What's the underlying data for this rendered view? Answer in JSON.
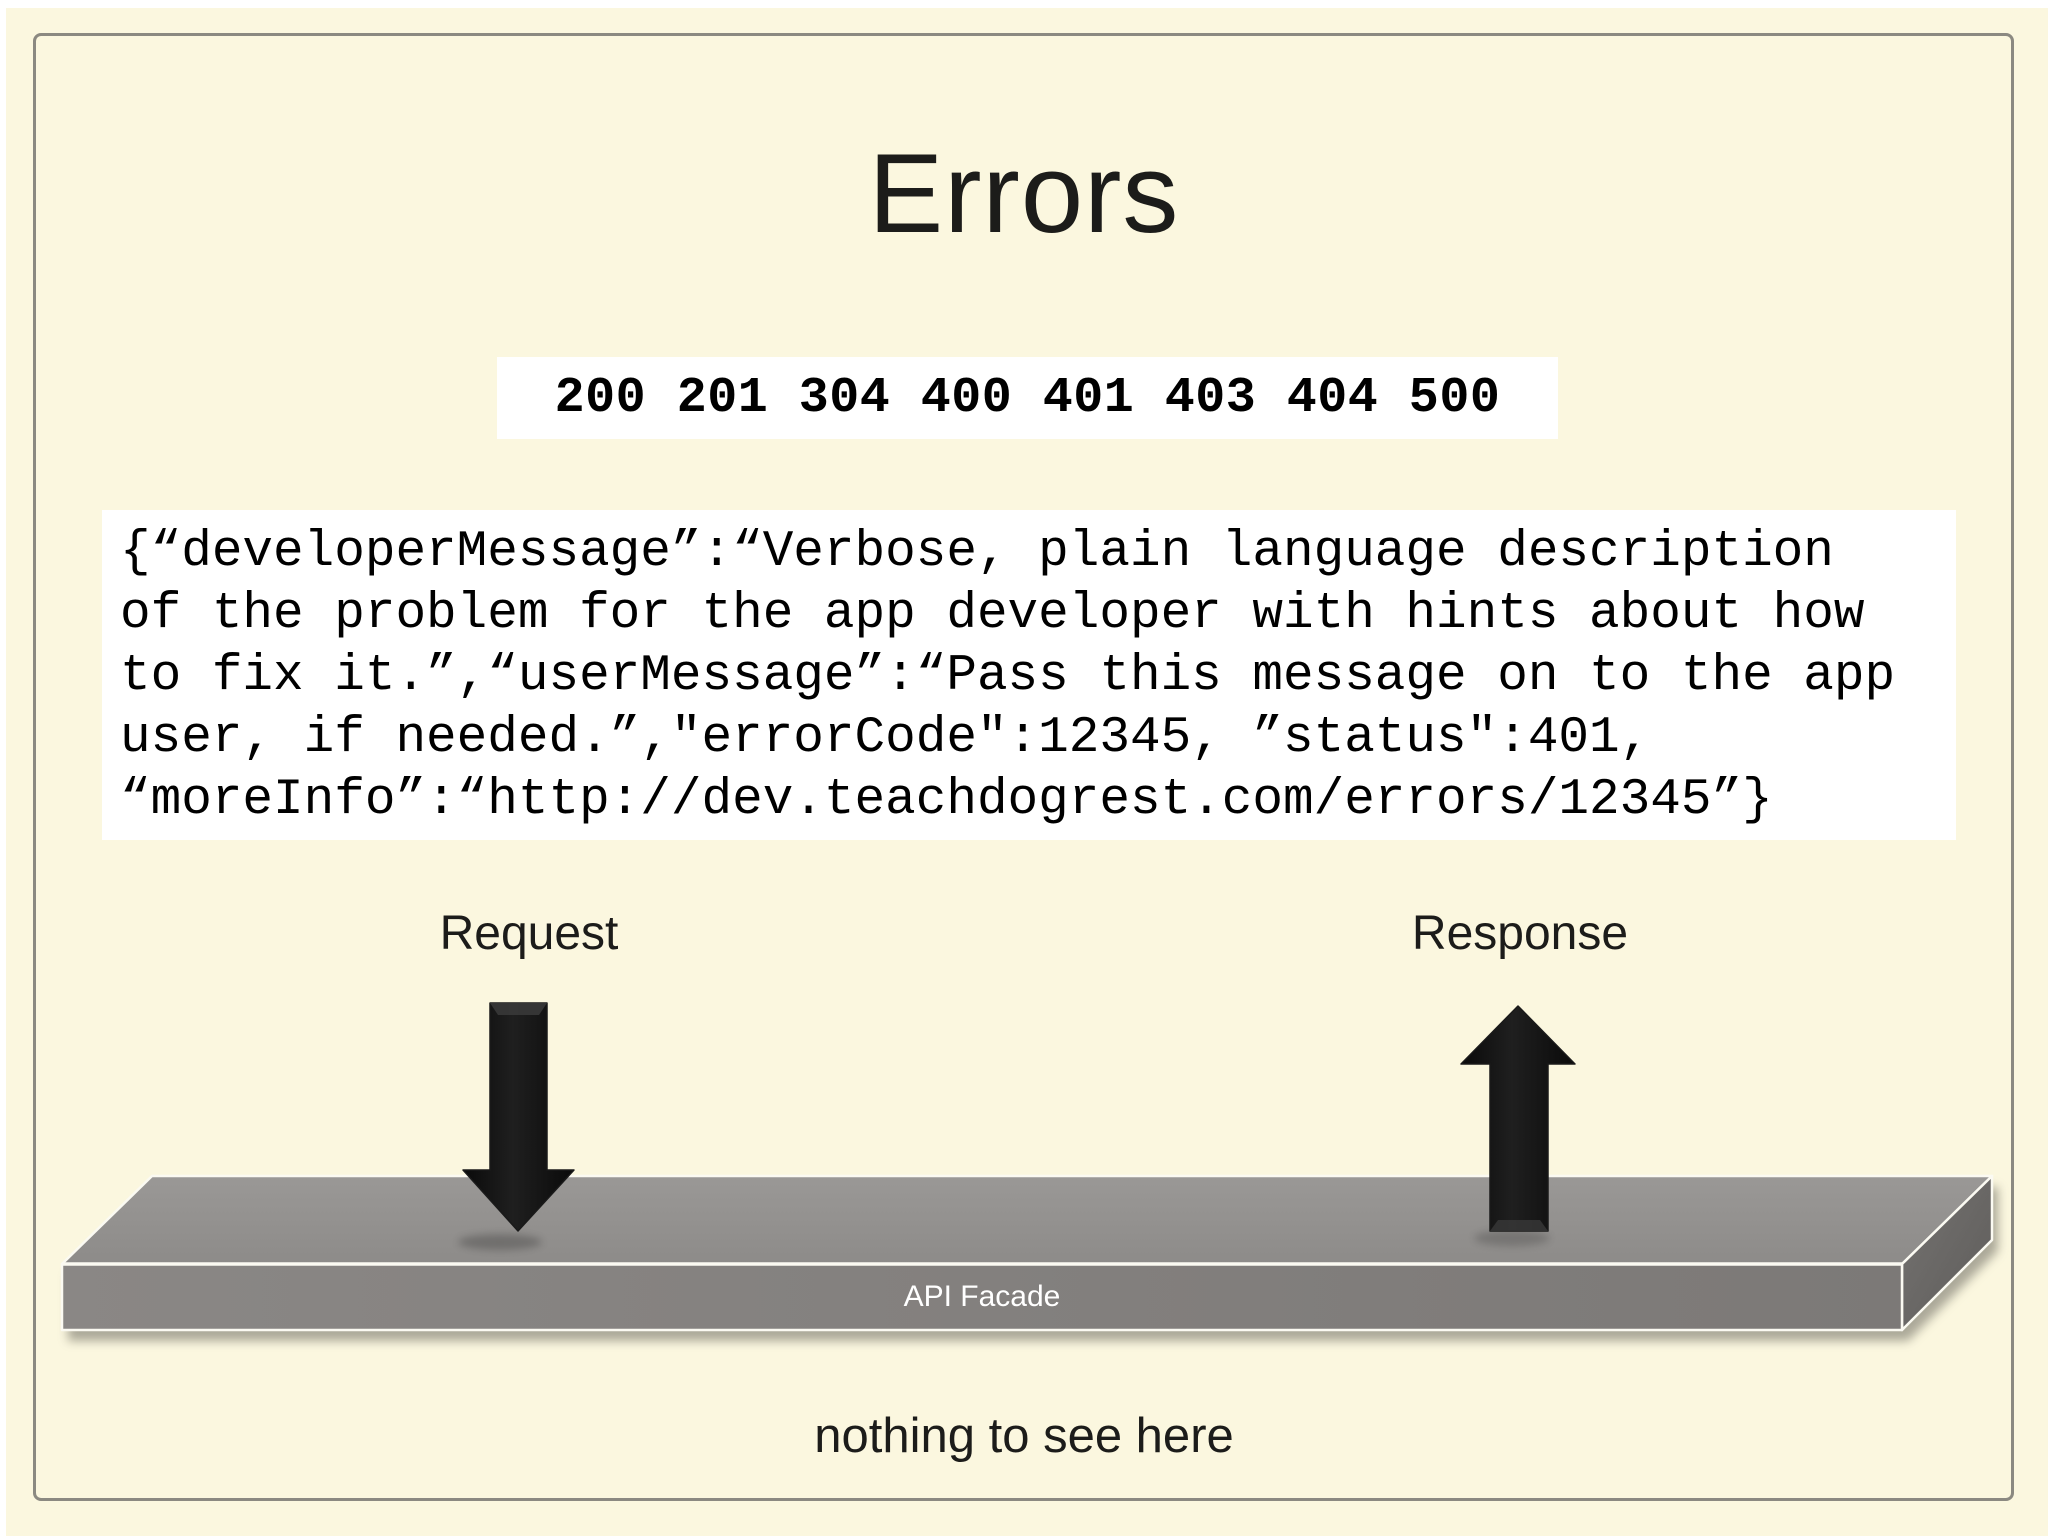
{
  "slide": {
    "title": "Errors",
    "status_codes": "200 201 304 400 401 403 404 500",
    "error_json_lines": [
      "{“developerMessage”:“Verbose, plain language description",
      "of the problem for the app developer with hints about how",
      "to fix it.”,“userMessage”:“Pass this message on to the app",
      "user, if needed.”,\"errorCode\":12345, ”status\":401,",
      "“moreInfo”:“http://dev.teachdogrest.com/errors/12345”}"
    ],
    "request_label": "Request",
    "response_label": "Response",
    "facade_label": "API Facade",
    "footer_note": "nothing to see here"
  },
  "colors": {
    "page_margin": "#ffffff",
    "background": "#fbf7df",
    "border": "#8b8981",
    "panel": "#ffffff",
    "text": "#1c1c1a",
    "code_text": "#000000",
    "facade_top": "#9a9896",
    "facade_top_dark": "#8d8b89",
    "facade_front": "#8a8785",
    "facade_front_dark": "#7c7977",
    "facade_side": "#757371",
    "facade_side_dark": "#5e5c5a",
    "facade_edge": "#fbfaf2",
    "facade_label": "#ffffff",
    "arrow": "#0a0a0a",
    "arrow_sheen": "#383838"
  }
}
